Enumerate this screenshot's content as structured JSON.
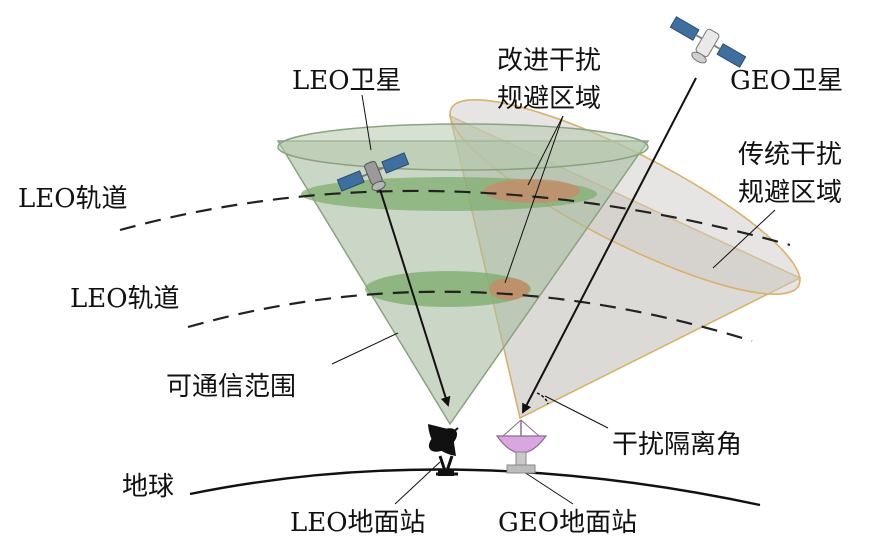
{
  "labels": {
    "leo_satellite": "LEO卫星",
    "geo_satellite": "GEO卫星",
    "improved_zone_line1": "改进干扰",
    "improved_zone_line2": "规避区域",
    "traditional_zone_line1": "传统干扰",
    "traditional_zone_line2": "规避区域",
    "leo_orbit_upper": "LEO轨道",
    "leo_orbit_lower": "LEO轨道",
    "coverage": "可通信范围",
    "isolation_angle": "干扰隔离角",
    "earth": "地球",
    "leo_ground_station": "LEO地面站",
    "geo_ground_station": "GEO地面站"
  },
  "colors": {
    "leo_cone_fill": "#a9bca0",
    "leo_cone_edge": "#8aa27f",
    "geo_cone_fill": "#c9c6c1",
    "geo_cone_edge": "#d9b16a",
    "coverage_ellipse": "#7fae6f",
    "interference_zone": "#c98868",
    "satellite_panel": "#3f6f9e",
    "geo_station": "#d9a6df"
  },
  "icons": [
    "leo-satellite-icon",
    "geo-satellite-icon",
    "leo-dish-antenna-icon",
    "geo-dish-antenna-icon"
  ]
}
